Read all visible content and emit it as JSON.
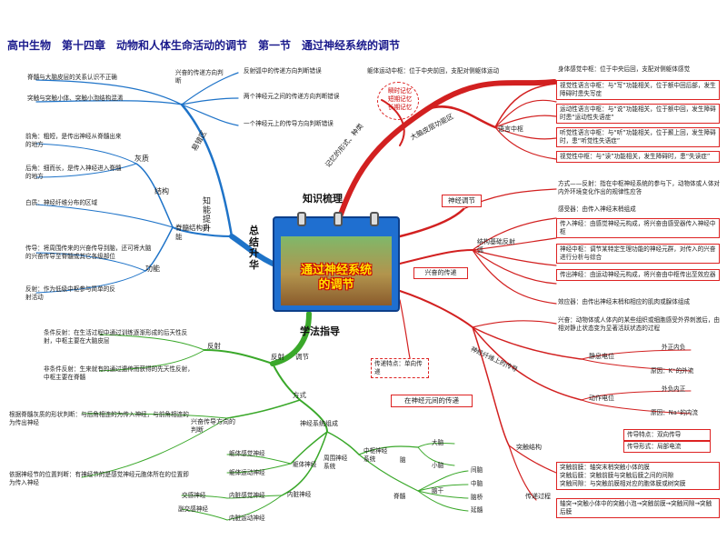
{
  "title": "高中生物　第十四章　动物和人体生命活动的调节　第一节　通过神经系统的调节",
  "center": {
    "line1": "通过神经系统",
    "line2": "的调节"
  },
  "main_branches": {
    "knowledge": "知识梳理",
    "study": "学法指导",
    "summary": "总结升华"
  },
  "colors": {
    "red": "#d22020",
    "blue": "#1e73c8",
    "green": "#3aa82a",
    "title": "#1a1a8c"
  },
  "summary": {
    "sub1": "知能提升",
    "zone": "易错区",
    "direction": {
      "label": "兴奋的传递方向判断",
      "items": [
        "反射弧中的传递方向判断错误",
        "两个神经元之间的传递方向判断错误",
        "一个神经元上的传导方向判断错误"
      ]
    },
    "zone_items": [
      "脊髓与大脑皮层的关系认识不正确",
      "突触与突触小体、突触小泡结构混淆"
    ],
    "structure": {
      "label": "结构",
      "node": "灰质",
      "items": [
        "前角：粗短，是传出神经从脊髓出来的地方",
        "后角：细而长，是传入神经进入脊髓的地方",
        "白质：神经纤维分布的区域"
      ]
    },
    "spinal": "脊髓结构功能",
    "function": {
      "label": "功能",
      "items": [
        "传导：将周围传来的兴奋传导到脑，还可将大脑的兴奋传导至脊髓或其它各级部位",
        "反射：作为低级中枢参与简单的反射活动"
      ]
    }
  },
  "knowledge": {
    "memory": {
      "label": "记忆的形式、种类",
      "items": [
        "瞬时记忆",
        "短期记忆",
        "长期记忆"
      ]
    },
    "cortex": "大脑皮层功能区",
    "language": "语言中枢",
    "cortex_top": "躯体运动中枢：位于中央前回，支配对侧躯体运动",
    "cortex_items": [
      "身体感觉中枢：位于中央后回，支配对侧躯体感觉",
      "视觉性语言中枢：与“写”功能相关，位于额中回后部，发生障碍时患失写症",
      "运动性语言中枢：与“说”功能相关，位于额中回，发生障碍时患“运动性失语症”",
      "听觉性语言中枢：与“听”功能相关，位于颞上回，发生障碍时，患“听觉性失语症”",
      "视觉性中枢：与“读”功能相关，发生障碍时，患“失读症”"
    ],
    "neuro_reg": "神经调节",
    "reflex_def": "方式——反射：指在中枢神经系统的参与下，动物体或人体对内外环境变化作出的规律性应答",
    "reflex_basis": "结构基础反射弧",
    "arc_items": [
      "感受器：由传入神经末梢组成",
      "传入神经：由感觉神经元构成，将兴奋由感受器传入神经中枢",
      "神经中枢：调节某特定生理功能的神经元群，对传入的兴奋进行分析与综合",
      "传出神经：由运动神经元构成，将兴奋由中枢传出至效应器",
      "效应器：由传出神经末梢和相应的肌肉或腺体组成"
    ],
    "excitation_transmission": "兴奋的传递",
    "excitation_def": "兴奋：动物体或人体内的某些组织或细胞感受外界刺激后，由相对静止状态变为显著活跃状态的过程",
    "fiber": "神经纤维上的传导",
    "resting": {
      "label": "静息电位",
      "outer": "外正内负",
      "reason": "原因：K⁺的外流"
    },
    "action": {
      "label": "动作电位",
      "outer": "外负内正",
      "reason": "原因：Na⁺的内流"
    },
    "conduction": {
      "feature": "传导特点：双向传导",
      "form": "传导形式：局部电流"
    },
    "between": "在神经元间的传递",
    "between_feature": "传递特点：单向传递",
    "synapse": "突触结构",
    "synapse_items": [
      "突触前膜：轴突末梢突触小体的膜",
      "突触后膜：突触前膜与突触后膜之间的间隙",
      "突触间隙：与突触前膜相对应的胞体膜或树突膜"
    ],
    "process": "传递过程",
    "process_text": "轴突→突触小体中的突触小泡→突触前膜→突触间隙→突触后膜"
  },
  "study": {
    "position": "神经系统组成",
    "center_label": "中枢神经系统",
    "brain": "脑",
    "brain_items": [
      "大脑",
      "小脑"
    ],
    "brainstem": "脑干",
    "stem_items": [
      "间脑",
      "中脑",
      "脑桥",
      "延髓"
    ],
    "spinal": "脊髓",
    "peripheral": "周围神经系统",
    "somatic": "躯体神经",
    "somatic_items": [
      "躯体感觉神经",
      "躯体运动神经"
    ],
    "visceral": "内脏神经",
    "visceral_items": [
      "内脏感觉神经",
      "内脏运动神经"
    ],
    "autonomic": [
      "交感神经",
      "副交感神经"
    ],
    "method": "方式",
    "reflex": "反射",
    "reg": "调节",
    "reflex_items": [
      "条件反射：在生活过程中通过训练逐渐形成的后天性反射，中枢主要在大脑皮层",
      "非条件反射：生来就有的通过遗传而获得的先天性反射，中枢主要在脊髓"
    ],
    "judge": "兴奋传导方向的判断",
    "judge_items": [
      "根据脊髓灰质的形状判断：与后角相连的为传入神经，与前角相连的为传出神经",
      "依据神经节的位置判断：有神经节的是感觉神经元胞体所在的位置即为传入神经"
    ]
  }
}
